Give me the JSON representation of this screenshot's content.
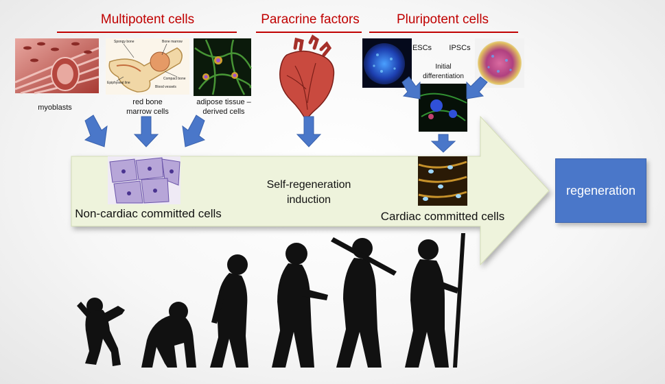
{
  "sections": {
    "multipotent": "Multipotent cells",
    "paracrine": "Paracrine factors",
    "pluripotent": "Pluripotent cells"
  },
  "captions": {
    "myoblasts": "myoblasts",
    "bone_marrow": "red bone\nmarrow cells",
    "adipose": "adipose tissue –\nderived cells",
    "escs": "ESCs",
    "ipscs": "IPSCs",
    "initial_diff": "Initial\ndifferentiation"
  },
  "bone_labels": {
    "spongy": "Spongy bone",
    "marrow": "Bone marrow",
    "epiphyseal": "Epiphyseal line",
    "compact": "Compact bone",
    "vessels": "Blood vessels"
  },
  "main_labels": {
    "non_cardiac": "Non-cardiac committed cells",
    "self_regen": "Self-regeneration\ninduction",
    "cardiac": "Cardiac committed cells",
    "regeneration": "regeneration"
  },
  "colors": {
    "section_red": "#c00000",
    "arrow_blue": "#4a77c9",
    "big_arrow_fill": "#eef3dc",
    "regen_box": "#4a77c9",
    "silhouette": "#111111"
  },
  "icons": [
    "down-arrow-icon",
    "diagonal-arrow-icon",
    "heart-illustration",
    "human-evolution-silhouettes"
  ]
}
